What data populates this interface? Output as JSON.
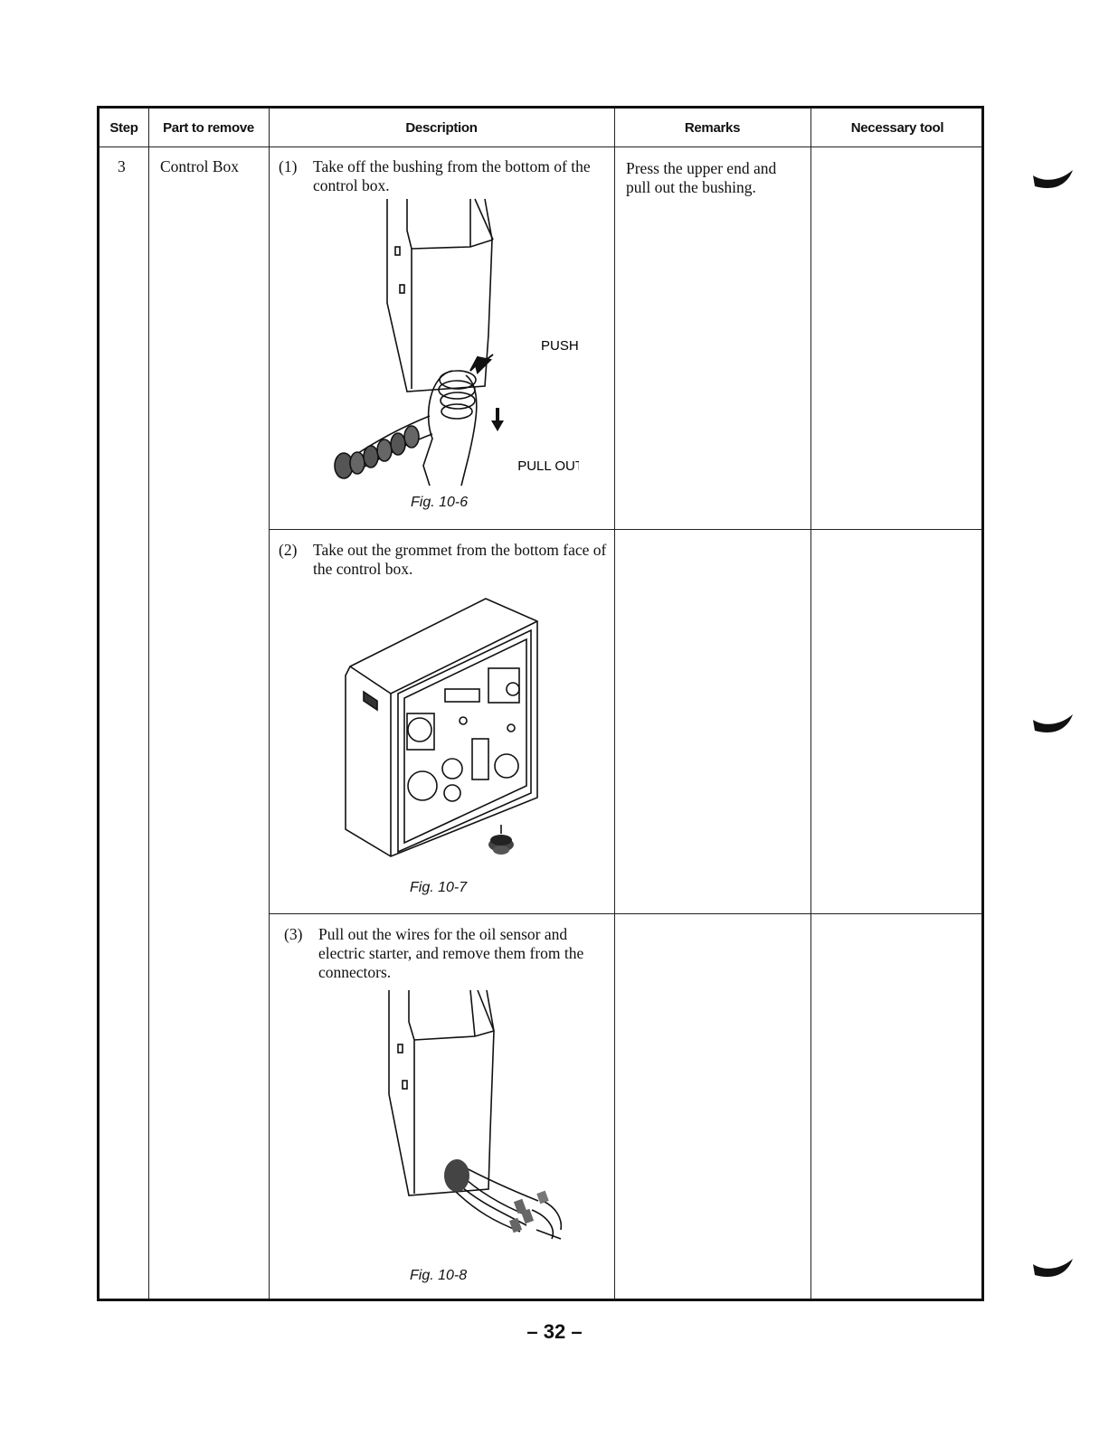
{
  "table": {
    "headers": {
      "step": "Step",
      "part": "Part to remove",
      "description": "Description",
      "remarks": "Remarks",
      "tool": "Necessary tool"
    },
    "row": {
      "step": "3",
      "part": "Control Box"
    },
    "items": [
      {
        "number": "(1)",
        "text": "Take off the bushing from the bottom of the control box.",
        "figure_caption": "Fig. 10-6",
        "figure_labels": [
          "PUSH",
          "PULL OUT"
        ],
        "remarks": "Press the upper end and pull out the bushing.",
        "tool": ""
      },
      {
        "number": "(2)",
        "text": "Take out the grommet from the bottom face of the control box.",
        "figure_caption": "Fig. 10-7",
        "remarks": "",
        "tool": ""
      },
      {
        "number": "(3)",
        "text": "Pull out the wires for the oil sensor and electric starter, and remove them from the connectors.",
        "figure_caption": "Fig. 10-8",
        "remarks": "",
        "tool": ""
      }
    ]
  },
  "page_number": "– 32 –"
}
